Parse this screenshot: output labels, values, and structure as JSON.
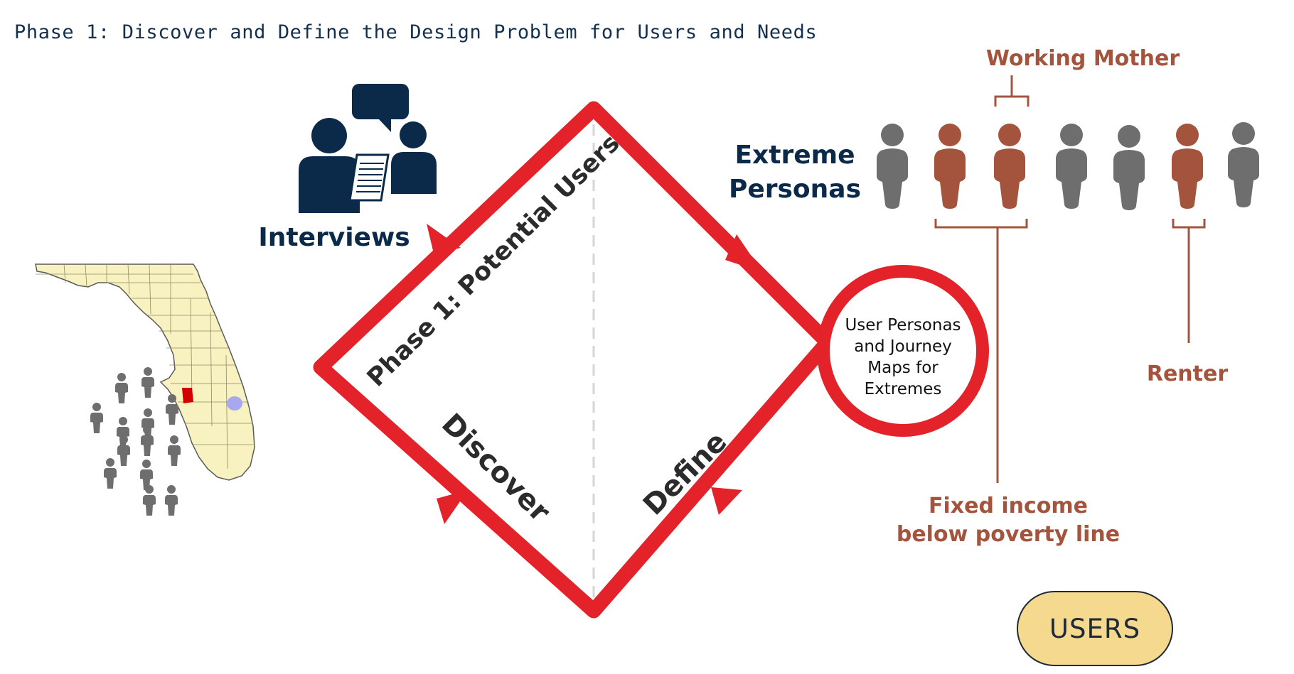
{
  "title": "Phase 1: Discover and Define the Design Problem for Users and Needs",
  "interviews": {
    "label": "Interviews",
    "icon": "interview-icon"
  },
  "diamond": {
    "phase_label": "Phase 1: Potential Users",
    "discover_label": "Discover",
    "define_label": "Define",
    "color": "#e3222a"
  },
  "outcome": {
    "line1": "User Personas",
    "line2": "and Journey",
    "line3": "Maps for",
    "line4": "Extremes"
  },
  "personas": {
    "label_line1": "Extreme",
    "label_line2": "Personas",
    "figures": [
      "gray",
      "brown",
      "brown",
      "gray",
      "gray",
      "brown",
      "gray"
    ],
    "annotations": {
      "working_mother": "Working Mother",
      "fixed_income_line1": "Fixed income",
      "fixed_income_line2": "below poverty line",
      "renter": "Renter"
    }
  },
  "map": {
    "icon": "florida-map-icon",
    "figure_count": 13
  },
  "users_button": {
    "label": "USERS"
  },
  "colors": {
    "navy": "#0b2a4a",
    "brown": "#a4543c",
    "gray": "#6e6e6e",
    "red": "#e3222a",
    "button": "#f5d98e"
  }
}
